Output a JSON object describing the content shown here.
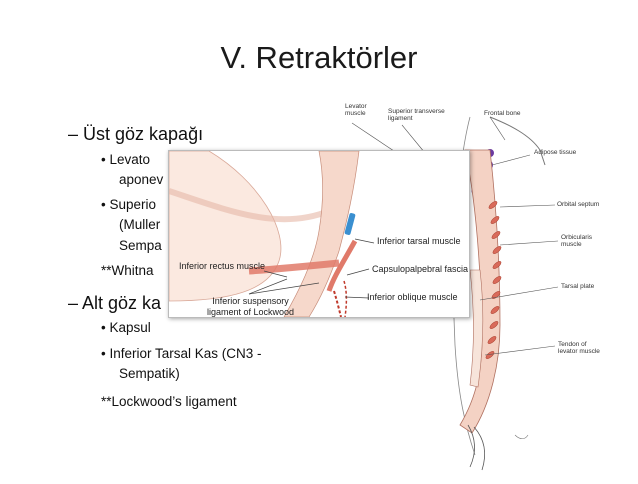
{
  "title": "V. Retraktörler",
  "bullets": {
    "upper_lid": "– Üst göz kapağı",
    "levator": "• Levato",
    "aponev": "aponev",
    "superior": "• Superio",
    "muller": "(Muller",
    "sempa": "Sempa",
    "whitna": "**Whitna",
    "lower_lid": "– Alt göz ka",
    "kapsul": "• Kapsul",
    "inferior_tarsal": "• Inferior Tarsal Kas  (CN3 -",
    "sempatik": "Sempatik)",
    "lockwood": "**Lockwood’s ligament"
  },
  "figure": {
    "labels": {
      "levator_muscle": "Levator\nmuscle",
      "sup_transverse": "Superior transverse\nligament",
      "frontal_bone": "Frontal bone",
      "adipose": "Adipose tissue",
      "orbital_septum": "Orbital septum",
      "orbicularis": "Orbicularis\nmuscle",
      "tarsal_plate": "Tarsal plate",
      "tendon": "Tendon of\nlevator muscle"
    },
    "inset_labels": {
      "inferior_tarsal_muscle": "Inferior tarsal muscle",
      "inferior_rectus": "Inferior rectus muscle",
      "capsulopalpebral": "Capsulopalpebral fascia",
      "inferior_suspensory": "Inferior suspensory\nligament of Lockwood",
      "inferior_oblique": "Inferior oblique muscle"
    }
  },
  "colors": {
    "muscle": "#e07a6a",
    "muscle_dark": "#c0392b",
    "adipose": "#6b3aa0",
    "tissue": "#f4d2c4",
    "blue": "#3a8fd0"
  }
}
